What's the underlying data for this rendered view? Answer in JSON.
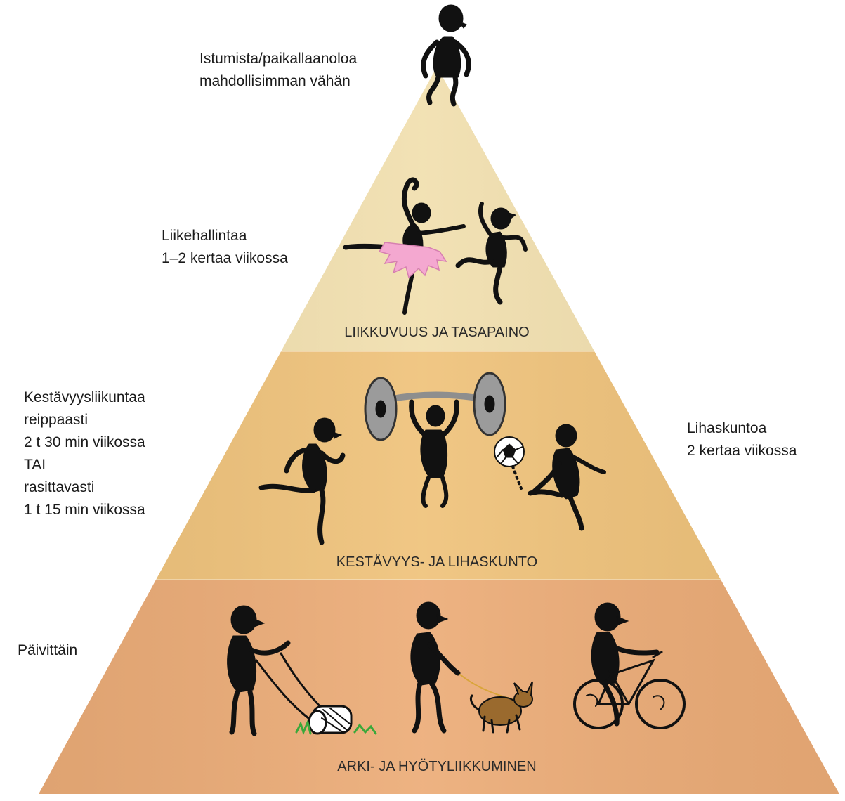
{
  "top_note": {
    "lines": [
      "Istumista/paikallaanoloa",
      "mahdollisimman vähän"
    ]
  },
  "levels": [
    {
      "id": "top",
      "label": "LIIKKUVUUS JA TASAPAINO",
      "color": "#f1dfae"
    },
    {
      "id": "middle",
      "label": "KESTÄVYYS- JA LIHASKUNTO",
      "color": "#efc27a"
    },
    {
      "id": "bottom",
      "label": "ARKI- JA HYÖTYLIIKKUMINEN",
      "color": "#ecac77"
    }
  ],
  "side_notes": {
    "top_left": {
      "lines": [
        "Liikehallintaa",
        "1–2 kertaa viikossa"
      ]
    },
    "middle_left": {
      "lines": [
        "Kestävyysliikuntaa",
        "reippaasti",
        "2 t 30 min viikossa",
        "TAI",
        "rasittavasti",
        "1 t 15 min viikossa"
      ]
    },
    "middle_right": {
      "lines": [
        "Lihaskuntoa",
        "2 kertaa viikossa"
      ]
    },
    "bottom_left": {
      "lines": [
        "Päivittäin"
      ]
    }
  },
  "figures": [
    "sitting-figure",
    "ballet-dancer-figure",
    "kicking-dancer-figure",
    "running-figure",
    "weightlifter-figure",
    "football-player-figure",
    "lawn-mowing-figure",
    "dog-walking-figure",
    "cycling-figure"
  ],
  "colors": {
    "figure": "#111111",
    "tutu": "#f4a8d0",
    "dog": "#9a6a2e",
    "leash": "#d9a53a",
    "grass": "#3aa83a"
  }
}
